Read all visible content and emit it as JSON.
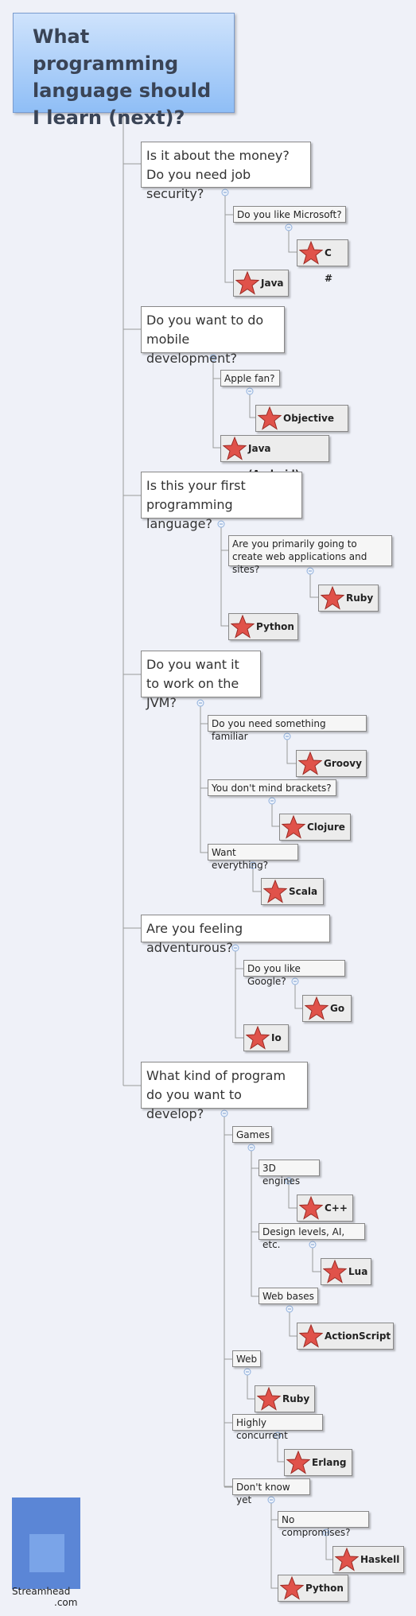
{
  "title": "What programming language should I learn (next)?",
  "branches": [
    {
      "question": "Is it about the money? Do you need job security?",
      "sub_questions": [
        "Do you like Microsoft?"
      ],
      "answers": [
        "C #",
        "Java"
      ]
    },
    {
      "question": "Do you want to do mobile development?",
      "sub_questions": [
        "Apple fan?"
      ],
      "answers": [
        "Objective C",
        "Java (Android)"
      ]
    },
    {
      "question": "Is this your first programming language?",
      "sub_questions": [
        "Are you primarily going to create web applications and sites?"
      ],
      "answers": [
        "Ruby",
        "Python"
      ]
    },
    {
      "question": "Do you want it to work on the JVM?",
      "sub_questions": [
        "Do you need something familiar",
        "You don't mind brackets?",
        "Want everything?"
      ],
      "answers": [
        "Groovy",
        "Clojure",
        "Scala"
      ]
    },
    {
      "question": "Are you feeling adventurous?",
      "sub_questions": [
        "Do you like Google?"
      ],
      "answers": [
        "Go",
        "Io"
      ]
    },
    {
      "question": "What kind of program do you want to develop?",
      "sub_questions": [
        "Games",
        "3D engines",
        "Design levels, AI, etc.",
        "Web bases",
        "Web",
        "Highly concurrent",
        "Don't know yet",
        "No compromises?"
      ],
      "answers": [
        "C++",
        "Lua",
        "ActionScript",
        "Ruby",
        "Erlang",
        "Haskell",
        "Python"
      ]
    }
  ],
  "logo": {
    "line1": "Streamhead",
    "line2": ".com"
  },
  "colors": {
    "root_top": "#cfe3fc",
    "root_bottom": "#8fbef6",
    "star": "#e0524a",
    "line": "#999999",
    "collapse": "#8fb0dd"
  }
}
